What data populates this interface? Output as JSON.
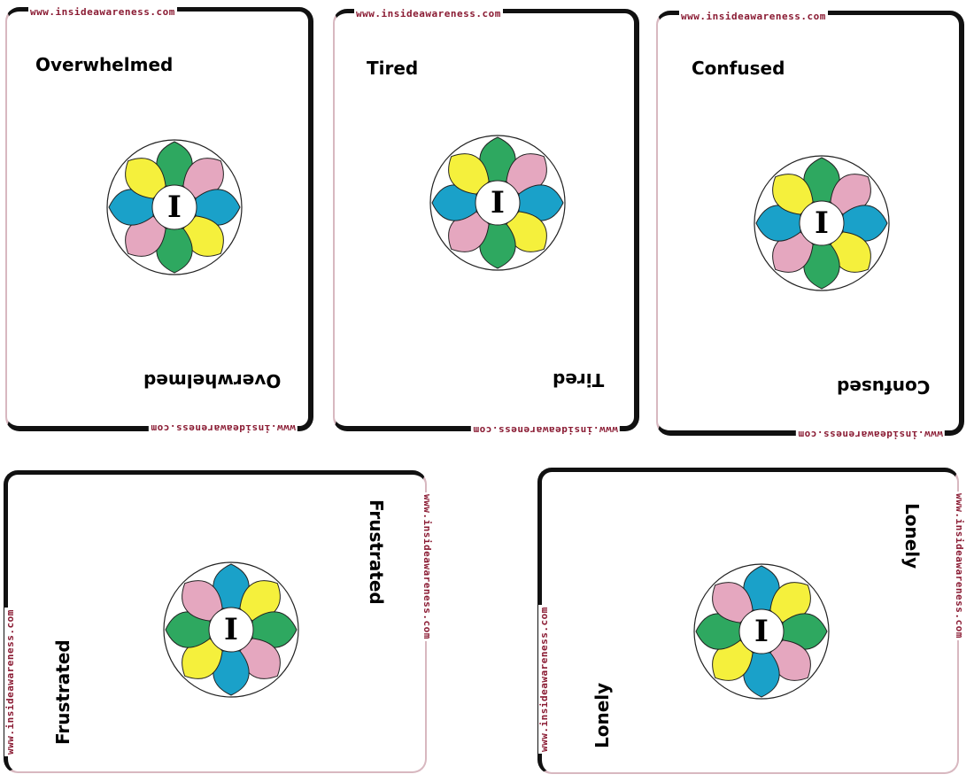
{
  "site_url": "www.insideawareness.com",
  "letter": "I",
  "colors": {
    "green": "#2ea860",
    "pink": "#e5a7bf",
    "blue": "#1aa1c9",
    "yellow": "#f5f03c",
    "url": "#8a1b33"
  },
  "cards": [
    {
      "label": "Overwhelmed"
    },
    {
      "label": "Tired"
    },
    {
      "label": "Confused"
    },
    {
      "label": "Frustrated"
    },
    {
      "label": "Lonely"
    }
  ]
}
